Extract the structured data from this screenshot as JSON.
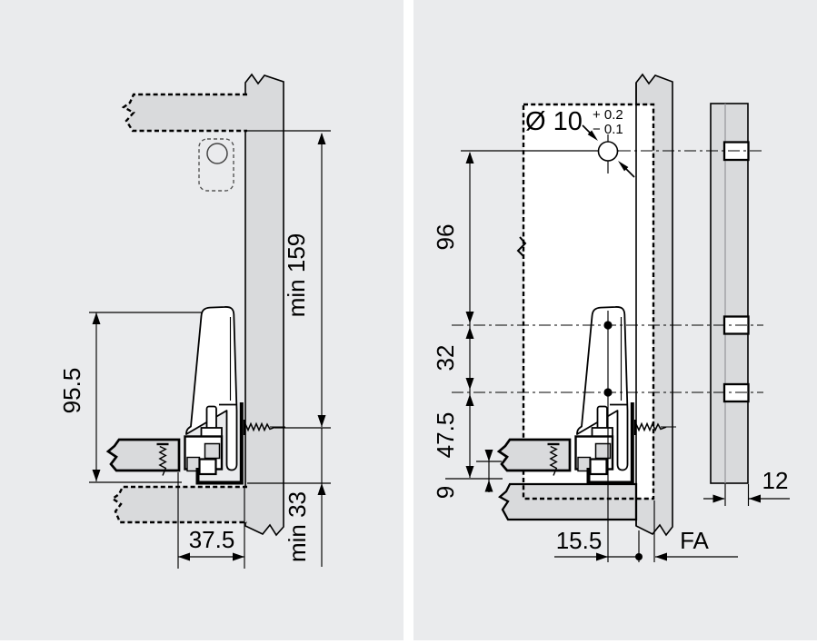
{
  "colors": {
    "background": "#ffffff",
    "panel_background": "#eaebed",
    "wood_part_fill": "#d9dadc",
    "line": "#000000"
  },
  "left_drawing": {
    "description": "side-section installation drawing with cabinet panel, drawer profile and clearances",
    "dim_height": "95.5",
    "dim_top_clearance": "min 159",
    "dim_bottom_clearance": "min 33",
    "dim_depth": "37.5"
  },
  "right_drawing": {
    "description": "drilling-position drawing with back panel section",
    "hole_callout": "Ø 10",
    "hole_tolerance_plus": "+ 0.2",
    "hole_tolerance_minus": "− 0.1",
    "dim_hole_top": "96",
    "dim_hole_spacing": "32",
    "dim_hole_bottom": "47.5",
    "dim_bottom_edge": "9",
    "dim_hole_depth": "15.5",
    "dim_front_gap": "FA",
    "dim_back_thickness": "12"
  }
}
